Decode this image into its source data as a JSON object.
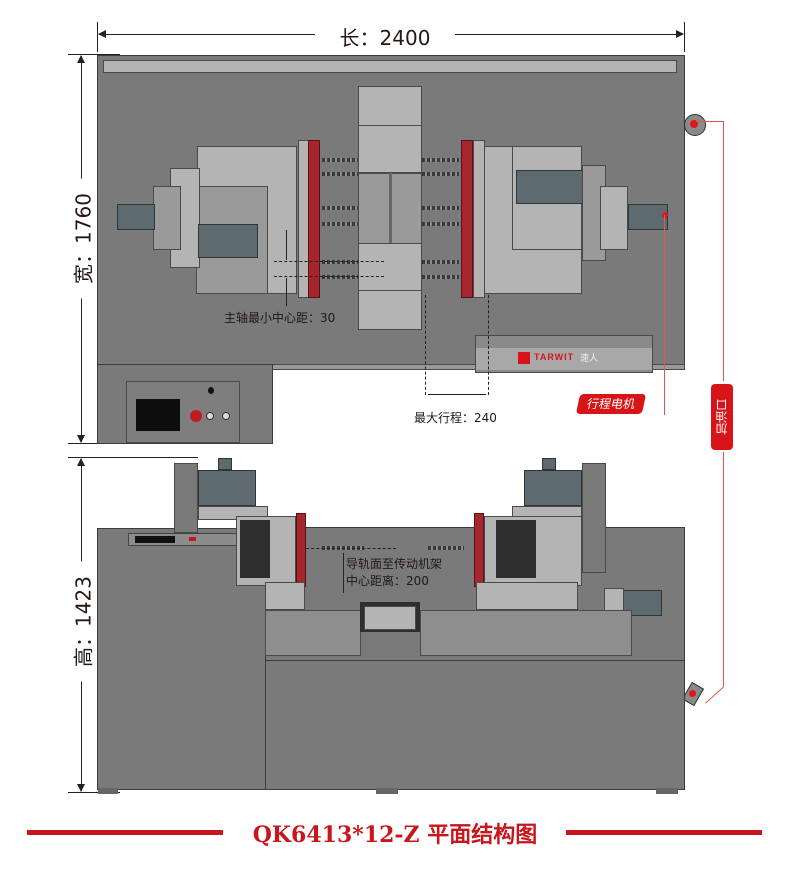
{
  "dimensions": {
    "length": "长：2400",
    "width": "宽：1760",
    "height": "高：1423"
  },
  "annotations": {
    "min_spindle_center_distance": "主轴最小中心距：30",
    "max_stroke": "最大行程：240",
    "rail_to_frame_line1": "导轨面至传动机架",
    "rail_to_frame_line2": "中心距离：200"
  },
  "callouts": {
    "stroke_motor": "行程电机",
    "oil_inlet": "加油口"
  },
  "brand": {
    "logo_text": "TARWIT",
    "logo_cn": "速人"
  },
  "title": "QK6413*12-Z 平面结构图",
  "colors": {
    "body_gray": "#7a7a7a",
    "light_gray": "#b4b4b4",
    "spindle_red": "#a5262c",
    "accent_red": "#d71518",
    "title_red": "#c8161d"
  }
}
